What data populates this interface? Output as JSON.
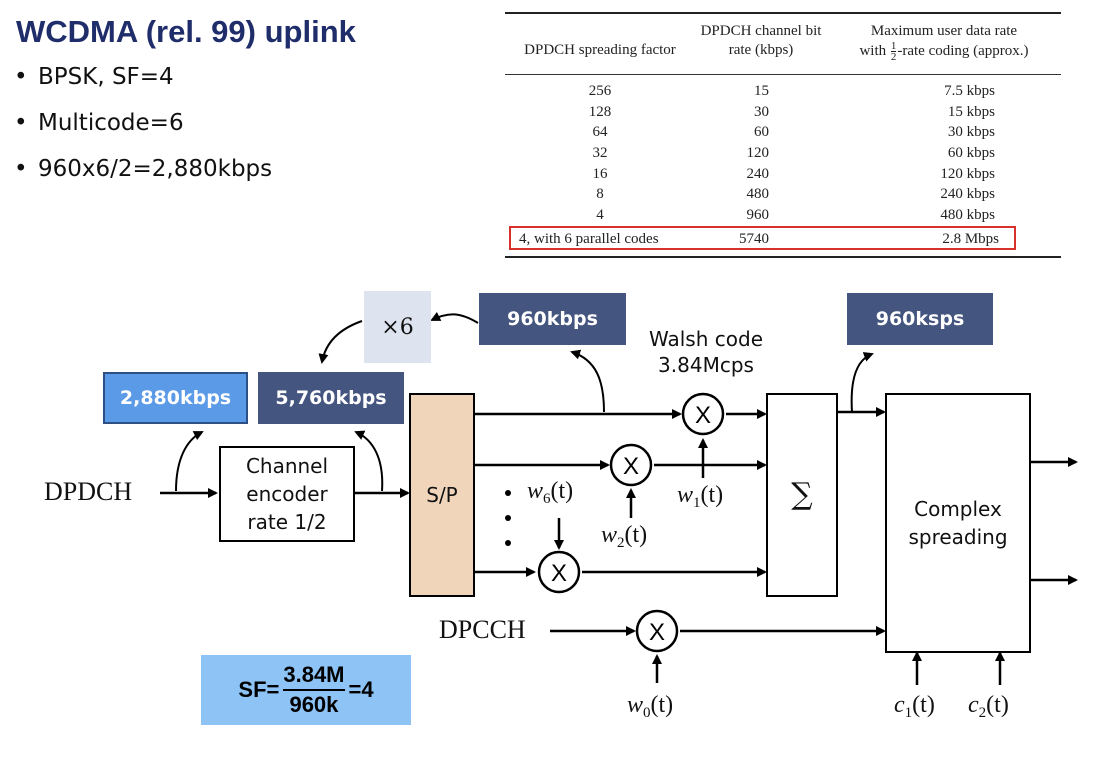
{
  "title": "WCDMA (rel. 99) uplink",
  "bullets": [
    "BPSK, SF=4",
    "Multicode=6",
    "960x6/2=2,880kbps"
  ],
  "table": {
    "headers": {
      "col1": "DPDCH spreading factor",
      "col2_line1": "DPDCH channel bit",
      "col2_line2": "rate (kbps)",
      "col3_line1": "Maximum user data rate",
      "col3_line2_pre": "with",
      "col3_frac_num": "1",
      "col3_frac_den": "2",
      "col3_line2_post": "-rate coding (approx.)"
    },
    "rows": [
      {
        "sf": "256",
        "rate": "15",
        "user": "7.5 kbps"
      },
      {
        "sf": "128",
        "rate": "30",
        "user": "15 kbps"
      },
      {
        "sf": "64",
        "rate": "60",
        "user": "30 kbps"
      },
      {
        "sf": "32",
        "rate": "120",
        "user": "60 kbps"
      },
      {
        "sf": "16",
        "rate": "240",
        "user": "120 kbps"
      },
      {
        "sf": "8",
        "rate": "480",
        "user": "240 kbps"
      },
      {
        "sf": "4",
        "rate": "960",
        "user": "480 kbps"
      }
    ],
    "highlight_row": {
      "sf": "4, with 6 parallel codes",
      "rate": "5740",
      "user": "2.8 Mbps"
    },
    "highlight_color": "#d9302c"
  },
  "diagram": {
    "x6_label": "×6",
    "rate_960kbps": "960kbps",
    "rate_2880": "2,880kbps",
    "rate_5760": "5,760kbps",
    "rate_960ksps": "960ksps",
    "walsh_line1": "Walsh code",
    "walsh_line2": "3.84Mcps",
    "dpdch": "DPDCH",
    "dpcch": "DPCCH",
    "encoder_line1": "Channel",
    "encoder_line2": "encoder",
    "encoder_line3": "rate 1/2",
    "sp": "S/P",
    "sum": "∑",
    "complex_line1": "Complex",
    "complex_line2": "spreading",
    "mult": "X",
    "w_symbol": "w",
    "c_symbol": "c",
    "t_arg": "(t)",
    "subs": {
      "w6": "6",
      "w2": "2",
      "w1": "1",
      "w0": "0",
      "c1": "1",
      "c2": "2"
    },
    "colors": {
      "dark_box": "#44557f",
      "light_box": "#5a9ae6",
      "sp_fill": "#f0d5bb",
      "x6_fill": "#dde3ef",
      "sf_fill": "#8dc3f5"
    }
  },
  "sf_formula": {
    "lhs": "SF=",
    "num": "3.84M",
    "den": "960k",
    "rhs": "=4"
  }
}
